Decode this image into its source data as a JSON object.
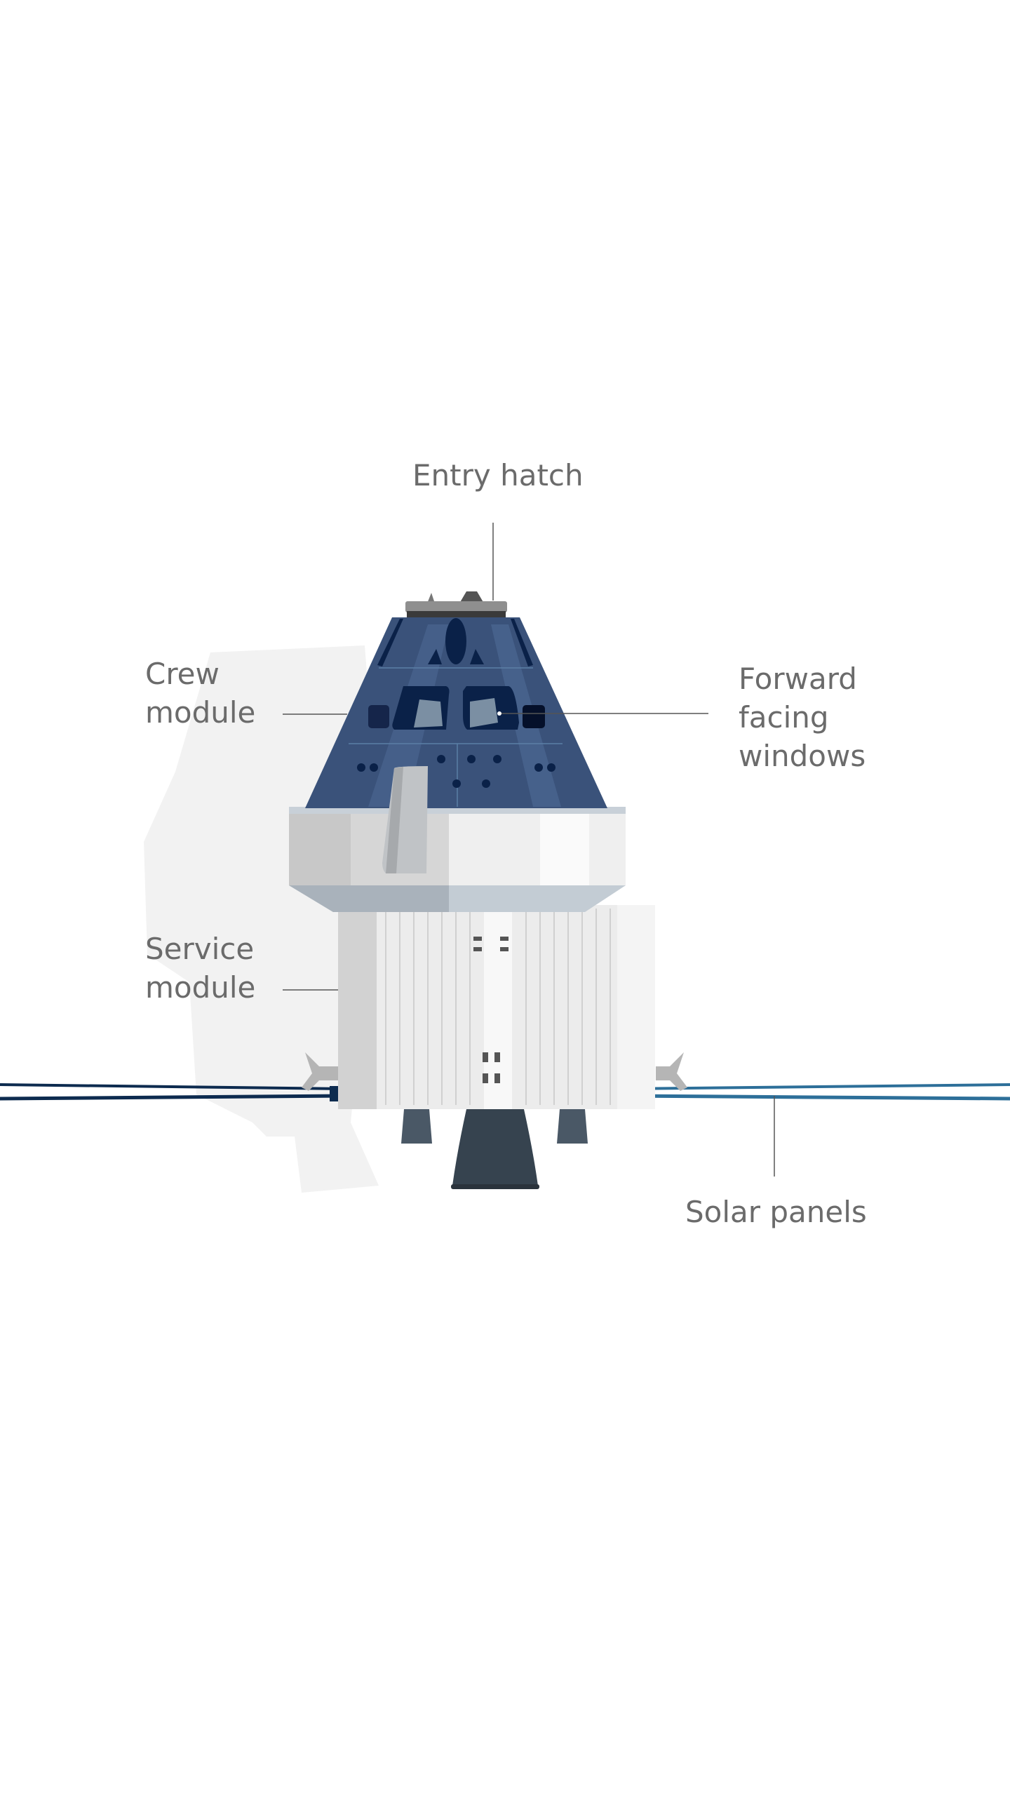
{
  "labels": {
    "entry_hatch": "Entry hatch",
    "crew_module": [
      "Crew",
      "module"
    ],
    "forward_windows": [
      "Forward",
      "facing",
      "windows"
    ],
    "service_module": [
      "Service",
      "module"
    ],
    "solar_panels": "Solar panels"
  },
  "colors": {
    "label_text": "#6b6b6b",
    "crew_module": "#3a527a",
    "window": "#0a2148",
    "service_module": "#e8e8e8",
    "nozzle": "#36434f",
    "solar_left": "#0d2b4f",
    "solar_right": "#2d6f99"
  }
}
